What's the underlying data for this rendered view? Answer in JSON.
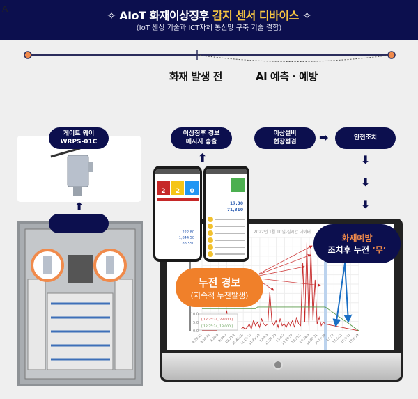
{
  "corner_label": "A",
  "header": {
    "title_prefix": "AIoT 화재이상징후 ",
    "title_highlight": "감지 센서 디바이스",
    "sparkle": "✧",
    "subtitle": "(IoT 센싱 기술과 ICT자체 통신망 구축 기술 결합)"
  },
  "timeline": {
    "label_before": "화재 발생 전",
    "label_after": "AI 예측 · 예방"
  },
  "steps": {
    "gateway": "게이트 웨이\nWRPS-01C",
    "alert": "이상징후 경보\n메시지 송출",
    "inspect": "이상설비\n현장점검",
    "safety": "안전조치"
  },
  "phones": {
    "left": {
      "counts": [
        "2",
        "2",
        "0"
      ],
      "count_colors": [
        "#c62828",
        "#f5c518",
        "#2196f3"
      ],
      "values": [
        "222.80",
        "1,844.50",
        "88,550"
      ]
    },
    "right": {
      "values": [
        "17.30",
        "71,310"
      ]
    }
  },
  "bubbles": {
    "leak_title": "누전 경보",
    "leak_sub": "(지속적 누전발생)",
    "prevent_title": "화재예방",
    "prevent_sub_prefix": "조치후 누전 ",
    "prevent_sub_quote": "‘무’"
  },
  "chart_data": {
    "type": "line",
    "title": "2022년 1월 10일-실시간 데이터",
    "y_ticks": [
      "0.0",
      "5.0",
      "10.0"
    ],
    "ylim": [
      0,
      55
    ],
    "x_ticks": [
      "8:29:12",
      "8:58:42",
      "9:28:8",
      "9:54:7",
      "10:25:2",
      "10:45:50",
      "11:15:17",
      "11:41:18",
      "12:8:3",
      "12:34:25",
      "13:4:2",
      "13:29:37",
      "13:56:2",
      "14:24:5",
      "14:50:31",
      "15:17:26",
      "15:57",
      "17:5:51",
      "17:5:51",
      "17:6:19"
    ],
    "tooltip": [
      "[ 12:25:24, 23.000 ]",
      "[ 12:25:24, 13.000 ]"
    ],
    "series": [
      {
        "color": "#c62828",
        "values": [
          0,
          0,
          0,
          0,
          0,
          0,
          0,
          0,
          2,
          4,
          5,
          3,
          12,
          3,
          5,
          2,
          4,
          1,
          1,
          1,
          2,
          1,
          2,
          4,
          1,
          6,
          3,
          5,
          2,
          7,
          4,
          3,
          4,
          23,
          5,
          3,
          6,
          2,
          7,
          3,
          4,
          2,
          5,
          3,
          6,
          2,
          8,
          4,
          3,
          40,
          5,
          52,
          3,
          48,
          6,
          30,
          4,
          8,
          3,
          5,
          4,
          0
        ]
      },
      {
        "color": "#5a9a4a",
        "values": [
          13,
          13,
          13,
          13,
          13,
          13,
          13,
          13,
          13,
          13,
          13,
          13,
          13,
          13,
          13,
          13,
          13,
          13,
          13,
          13,
          13,
          13,
          13,
          13,
          13,
          13,
          13,
          14,
          14,
          14,
          14,
          14,
          14,
          14,
          14,
          14,
          14,
          14,
          14,
          14,
          14,
          14,
          14,
          14,
          14,
          14,
          14,
          14,
          14,
          14,
          14,
          14,
          14,
          14,
          14,
          14,
          14,
          14,
          14,
          14,
          14,
          0
        ]
      }
    ]
  }
}
